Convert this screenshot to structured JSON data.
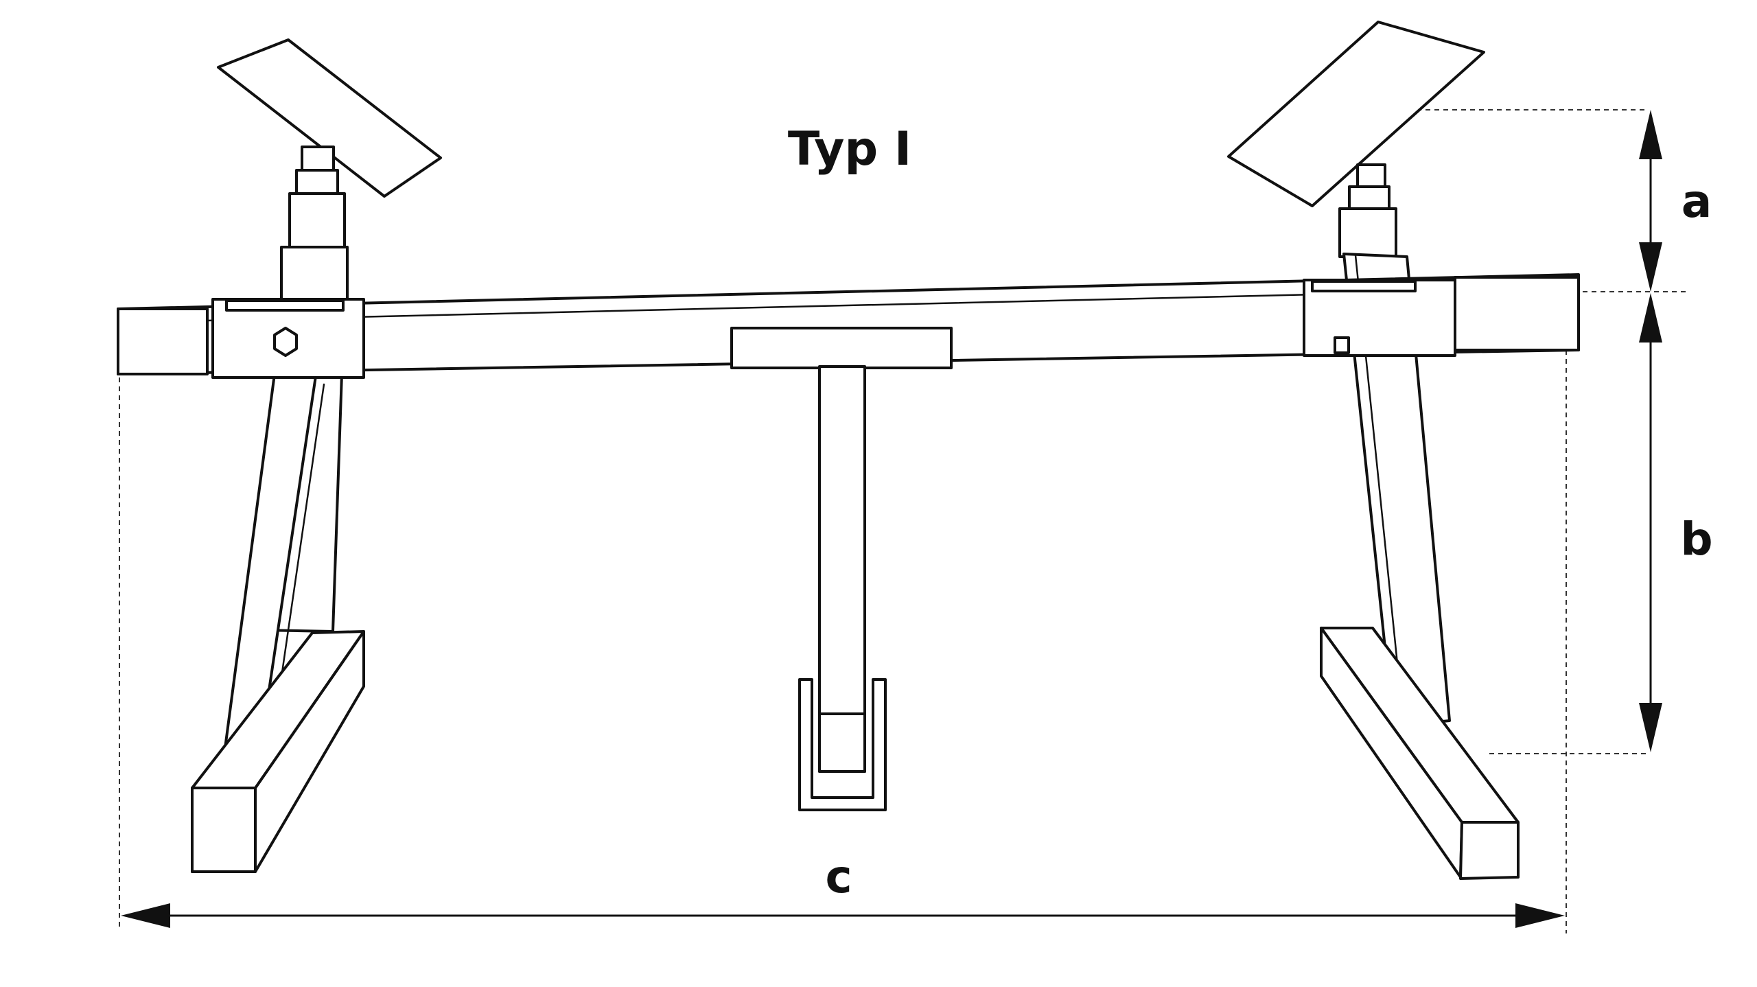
{
  "title": "Typ I",
  "dimensions": {
    "a": "a",
    "b": "b",
    "c": "c"
  },
  "colors": {
    "ink": "#111111",
    "background": "#ffffff"
  }
}
